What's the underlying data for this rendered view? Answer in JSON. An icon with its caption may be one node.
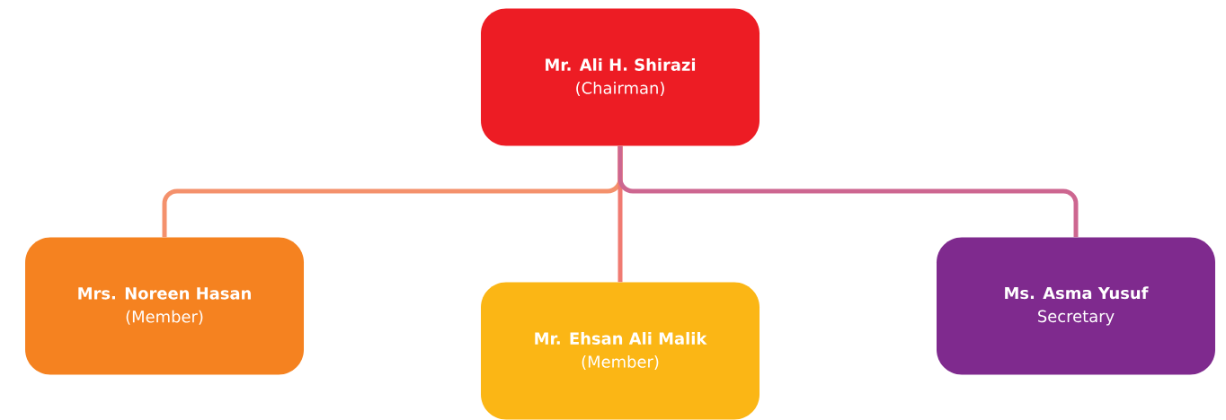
{
  "diagram": {
    "nodes": [
      {
        "text": [
          "Mr. Ali H. Shirazi",
          "(Chairman)"
        ]
      },
      {
        "text": [
          "Mrs. Noreen Hasan",
          "(Member)"
        ]
      },
      {
        "text": [
          "Mr. Ehsan Ali Malik",
          "(Member)"
        ]
      },
      {
        "text": [
          "Ms. Asma Yusuf",
          "Secretary"
        ]
      }
    ],
    "edges": [
      {
        "from": 0,
        "to": 1,
        "arrow": "none",
        "color": "#f4916c"
      },
      {
        "from": 0,
        "to": 2,
        "arrow": "none",
        "color": "#f07a72"
      },
      {
        "from": 0,
        "to": 3,
        "arrow": "none",
        "color": "#cd6690"
      }
    ]
  }
}
